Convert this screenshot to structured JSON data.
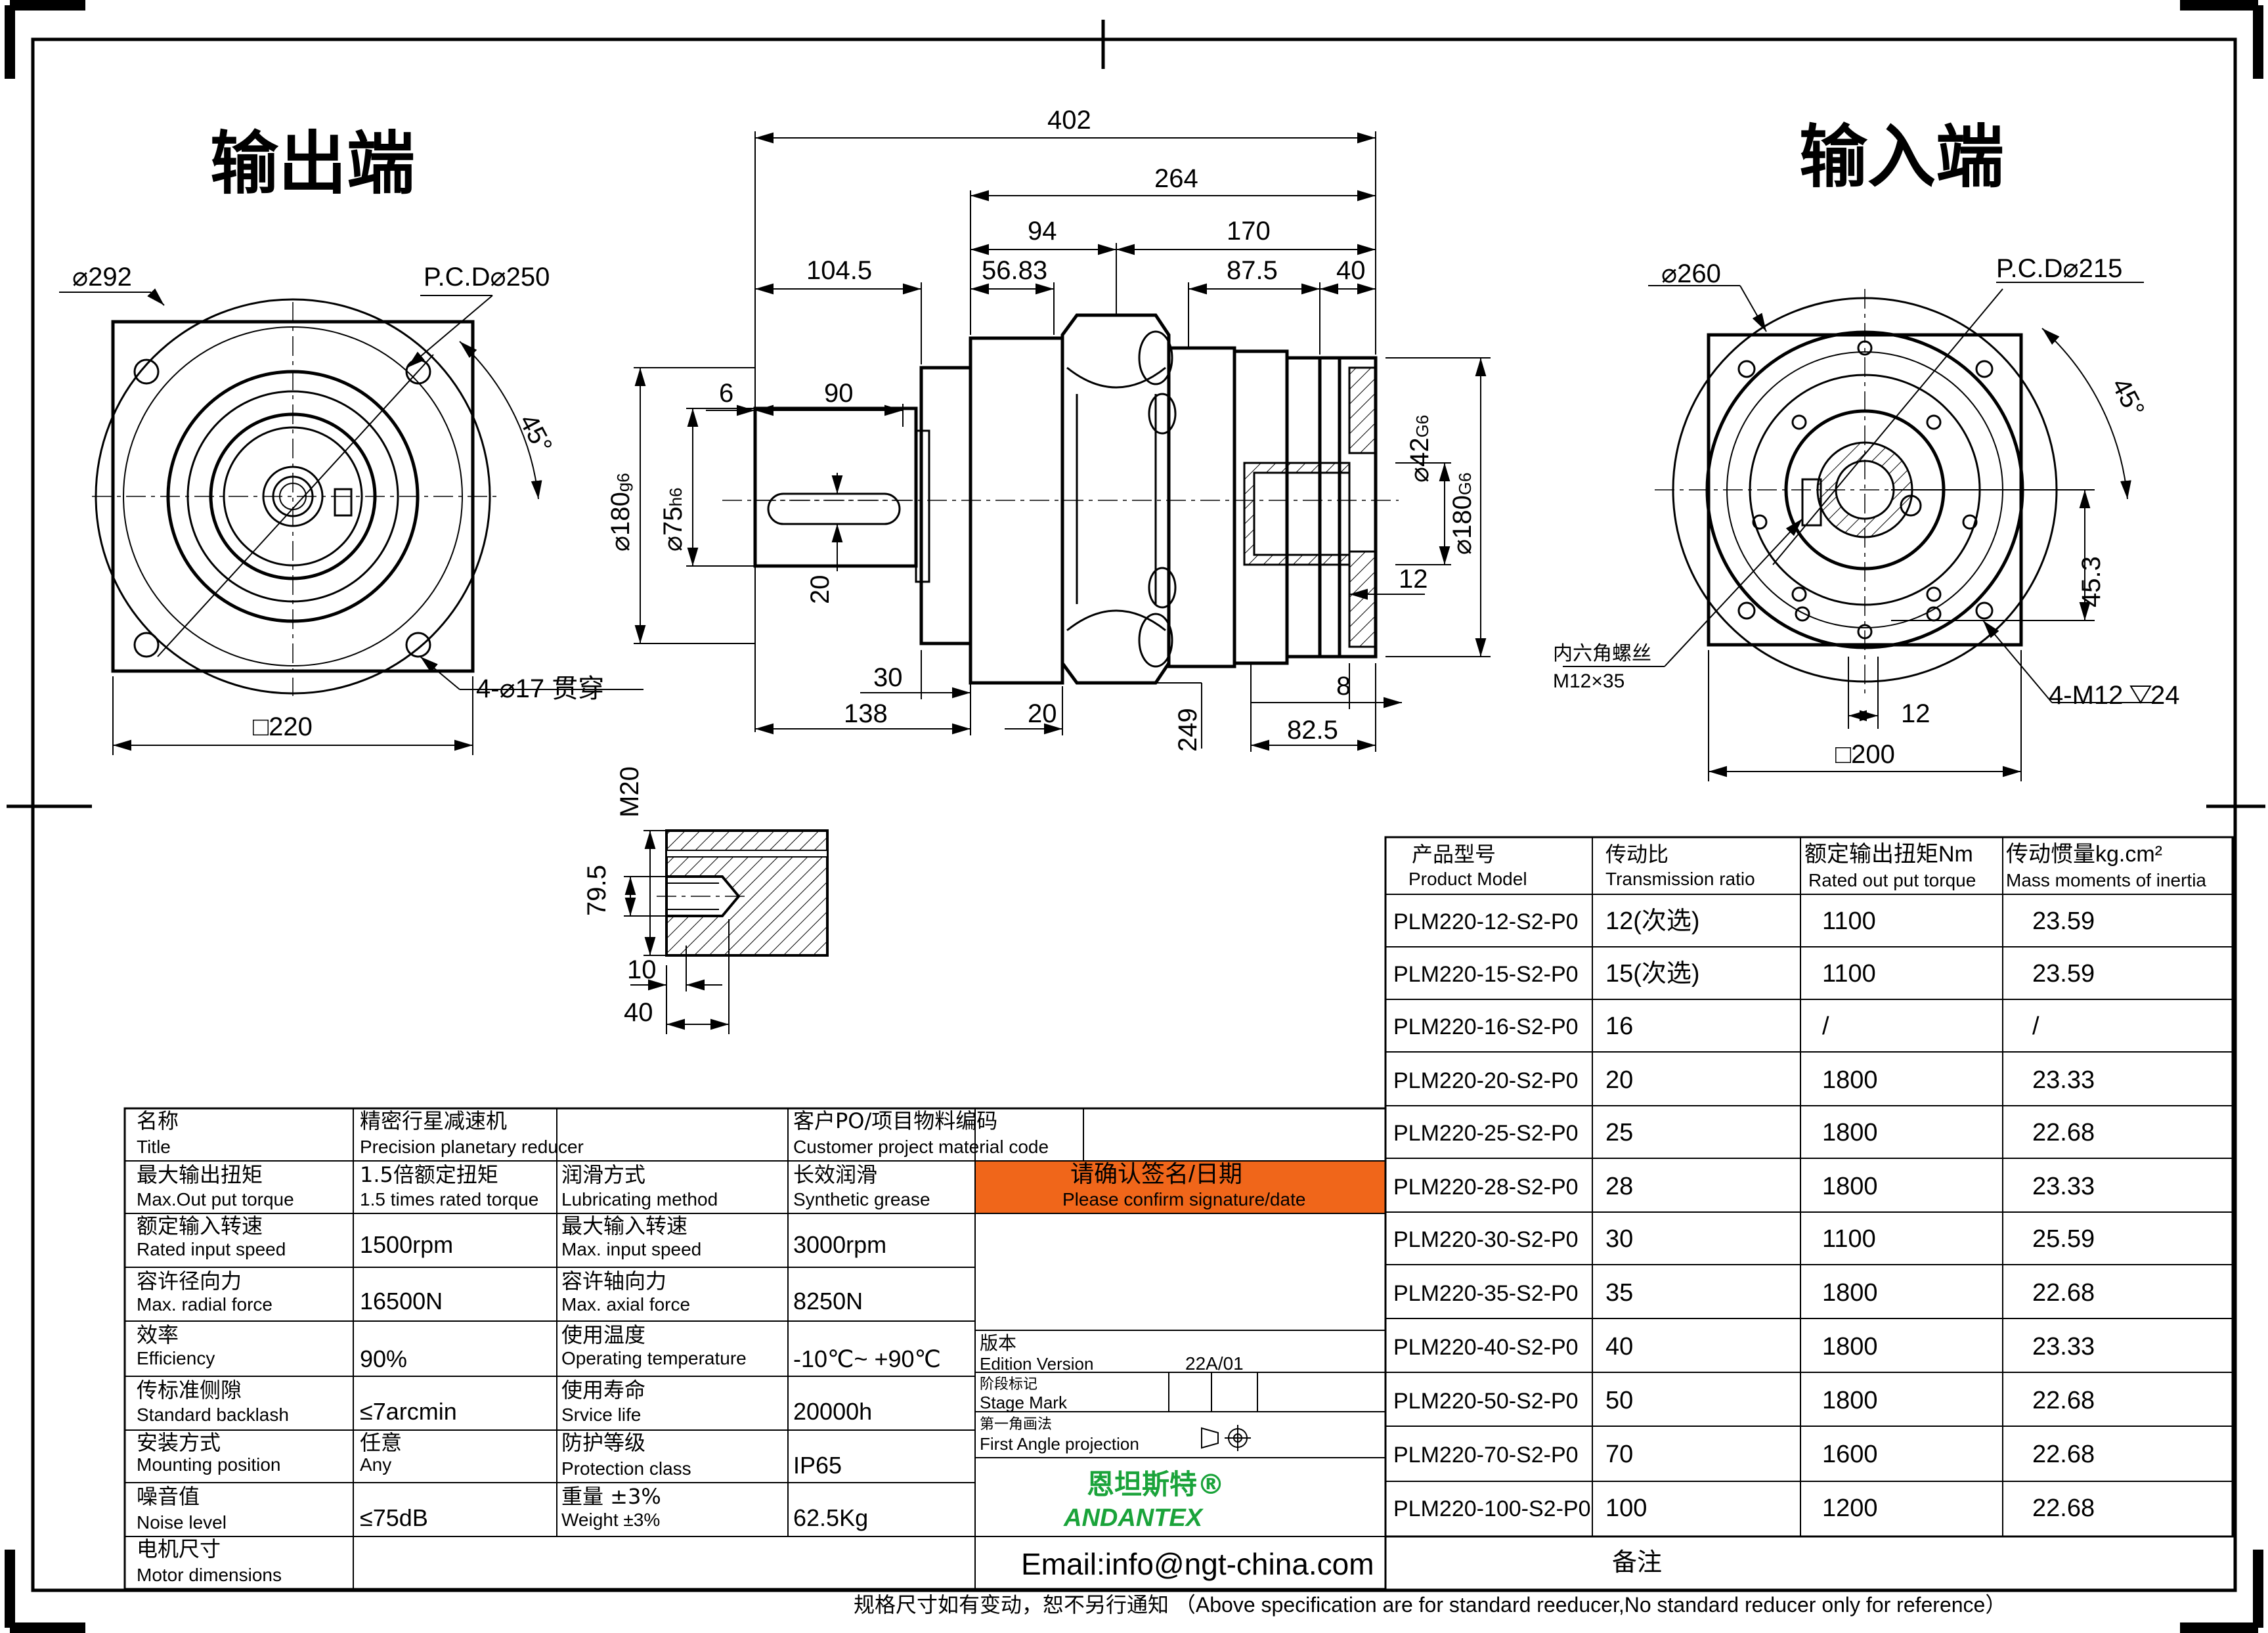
{
  "views": {
    "output_title": "输出端",
    "input_title": "输入端"
  },
  "dimensions": {
    "overall_len": "402",
    "len_264": "264",
    "len_94": "94",
    "len_170": "170",
    "len_104_5": "104.5",
    "len_56_83": "56.83",
    "len_87_5": "87.5",
    "len_40": "40",
    "len_6": "6",
    "len_90": "90",
    "len_20_key": "20",
    "len_30": "30",
    "len_138": "138",
    "len_20_flange": "20",
    "len_249": "249",
    "len_8": "8",
    "len_82_5": "82.5",
    "len_12_bore": "12",
    "dia_180_out": "⌀180",
    "dia_180_out_sub": "g6",
    "dia_75": "⌀75",
    "dia_75_sub": "h6",
    "dia_42": "⌀42",
    "dia_42_sub": "G6",
    "dia_180_in": "⌀180",
    "dia_180_in_sub": "G6",
    "out_dia_292": "⌀292",
    "out_pcd": "P.C.D⌀250",
    "out_angle": "45°",
    "out_holes": "4-⌀17 贯穿",
    "out_square": "□220",
    "in_dia_260": "⌀260",
    "in_pcd": "P.C.D⌀215",
    "in_angle": "45°",
    "in_screw_cn": "内六角螺丝",
    "in_screw": "M12×35",
    "in_45_3": "45.3",
    "in_12": "12",
    "in_holes": "4-M12",
    "in_depth": "24",
    "in_square": "□200",
    "detail_m20": "M20",
    "detail_79_5": "79.5",
    "detail_10": "10",
    "detail_40": "40"
  },
  "spec_table": {
    "rows": [
      {
        "l1_cn": "名称",
        "l1_en": "Title",
        "v1_cn": "精密行星减速机",
        "v1_en": "Precision planetary reducer",
        "l2_cn": "客户PO/项目物料编码",
        "l2_en": "Customer project material code"
      },
      {
        "l1_cn": "最大输出扭矩",
        "l1_en": "Max.Out put torque",
        "v1_cn": "1.5倍额定扭矩",
        "v1_en": "1.5 times rated torque",
        "l2_cn": "润滑方式",
        "l2_en": "Lubricating method",
        "v2_cn": "长效润滑",
        "v2_en": "Synthetic grease"
      },
      {
        "l1_cn": "额定输入转速",
        "l1_en": "Rated input speed",
        "v1": "1500rpm",
        "l2_cn": "最大输入转速",
        "l2_en": "Max. input speed",
        "v2": "3000rpm"
      },
      {
        "l1_cn": "容许径向力",
        "l1_en": "Max. radial force",
        "v1": "16500N",
        "l2_cn": "容许轴向力",
        "l2_en": "Max. axial force",
        "v2": "8250N"
      },
      {
        "l1_cn": "效率",
        "l1_en": "Efficiency",
        "v1": "90%",
        "l2_cn": "使用温度",
        "l2_en": "Operating temperature",
        "v2": "-10℃~ +90℃"
      },
      {
        "l1_cn": "传标准侧隙",
        "l1_en": "Standard backlash",
        "v1": "≤7arcmin",
        "l2_cn": "使用寿命",
        "l2_en": "Srvice life",
        "v2": "20000h"
      },
      {
        "l1_cn": "安装方式",
        "l1_en": "Mounting position",
        "v1_cn": "任意",
        "v1_en": "Any",
        "l2_cn": "防护等级",
        "l2_en": "Protection class",
        "v2": "IP65"
      },
      {
        "l1_cn": "噪音值",
        "l1_en": "Noise level",
        "v1": "≤75dB",
        "l2_cn": "重量 ±3%",
        "l2_en": "Weight ±3%",
        "v2": "62.5Kg"
      },
      {
        "l1_cn": "电机尺寸",
        "l1_en": "Motor dimensions"
      }
    ],
    "confirm_cn": "请确认签名/日期",
    "confirm_en": "Please confirm signature/date",
    "edition_cn": "版本",
    "edition_en": "Edition Version",
    "edition_val": "22A/01",
    "stage_cn": "阶段标记",
    "stage_en": "Stage Mark",
    "projection_cn": "第一角画法",
    "projection_en": "First Angle projection",
    "brand_cn": "恩坦斯特®",
    "brand_en": "ANDANTEX",
    "email": "Email:info@ngt-china.com",
    "remark": "备注",
    "footer": "规格尺寸如有变动，恕不另行通知 （Above specification are for standard reeducer,No standard reducer only for reference）",
    "colors": {
      "confirm_bg": "#f0661a",
      "brand": "#1aa33a"
    }
  },
  "model_table": {
    "headers": [
      {
        "cn": "产品型号",
        "en": "Product Model"
      },
      {
        "cn": "传动比",
        "en": "Transmission ratio"
      },
      {
        "cn": "额定输出扭矩Nm",
        "en": "Rated out put torque"
      },
      {
        "cn": "传动惯量kg.cm²",
        "en": "Mass moments of inertia"
      }
    ],
    "rows": [
      [
        "PLM220-12-S2-P0",
        "12(次选)",
        "1100",
        "23.59"
      ],
      [
        "PLM220-15-S2-P0",
        "15(次选)",
        "1100",
        "23.59"
      ],
      [
        "PLM220-16-S2-P0",
        "16",
        "/",
        "/"
      ],
      [
        "PLM220-20-S2-P0",
        "20",
        "1800",
        "23.33"
      ],
      [
        "PLM220-25-S2-P0",
        "25",
        "1800",
        "22.68"
      ],
      [
        "PLM220-28-S2-P0",
        "28",
        "1800",
        "23.33"
      ],
      [
        "PLM220-30-S2-P0",
        "30",
        "1100",
        "25.59"
      ],
      [
        "PLM220-35-S2-P0",
        "35",
        "1800",
        "22.68"
      ],
      [
        "PLM220-40-S2-P0",
        "40",
        "1800",
        "23.33"
      ],
      [
        "PLM220-50-S2-P0",
        "50",
        "1800",
        "22.68"
      ],
      [
        "PLM220-70-S2-P0",
        "70",
        "1600",
        "22.68"
      ],
      [
        "PLM220-100-S2-P0",
        "100",
        "1200",
        "22.68"
      ]
    ]
  }
}
